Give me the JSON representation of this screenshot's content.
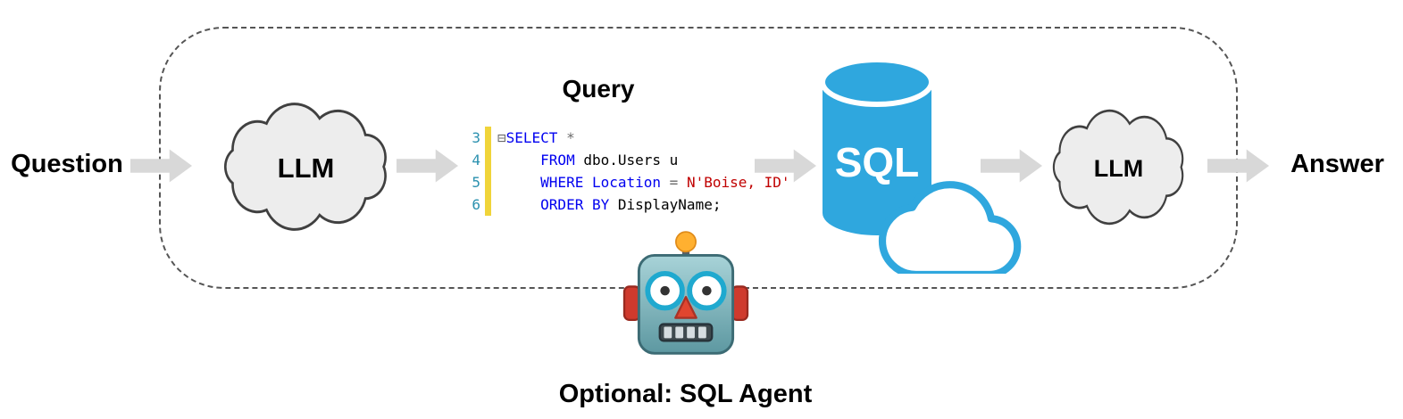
{
  "flow": {
    "question_label": "Question",
    "llm_left_label": "LLM",
    "query_label": "Query",
    "sql_db_label": "SQL",
    "llm_right_label": "LLM",
    "answer_label": "Answer",
    "agent_caption": "Optional: SQL Agent"
  },
  "code": {
    "lines": [
      {
        "num": "3",
        "tokens": [
          [
            "fold",
            "⊟"
          ],
          [
            "kw",
            "SELECT"
          ],
          [
            "op",
            " *"
          ]
        ]
      },
      {
        "num": "4",
        "tokens": [
          [
            "kw",
            "     FROM"
          ],
          [
            "plain",
            " dbo.Users u"
          ]
        ]
      },
      {
        "num": "5",
        "tokens": [
          [
            "kw",
            "     WHERE Location"
          ],
          [
            "op",
            " = "
          ],
          [
            "str",
            "N'Boise, ID'"
          ]
        ]
      },
      {
        "num": "6",
        "tokens": [
          [
            "kw",
            "     ORDER BY"
          ],
          [
            "plain",
            " DisplayName;"
          ]
        ]
      }
    ]
  },
  "icons": [
    "cloud-icon",
    "block-arrow-icon",
    "database-cylinder-icon",
    "robot-icon",
    "fold-collapse-icon"
  ],
  "colors": {
    "keyword": "#0000f0",
    "string": "#c00000",
    "operator": "#6a6a6a",
    "plain": "#000000",
    "line_number": "#2b91af",
    "gutter": "#f0d43a",
    "fold": "#6a6a6a",
    "sql_blue": "#2fa7de",
    "arrow": "#d8d8d8",
    "cloud_fill": "#ededed",
    "cloud_stroke": "#404040",
    "boundary": "#555555"
  }
}
